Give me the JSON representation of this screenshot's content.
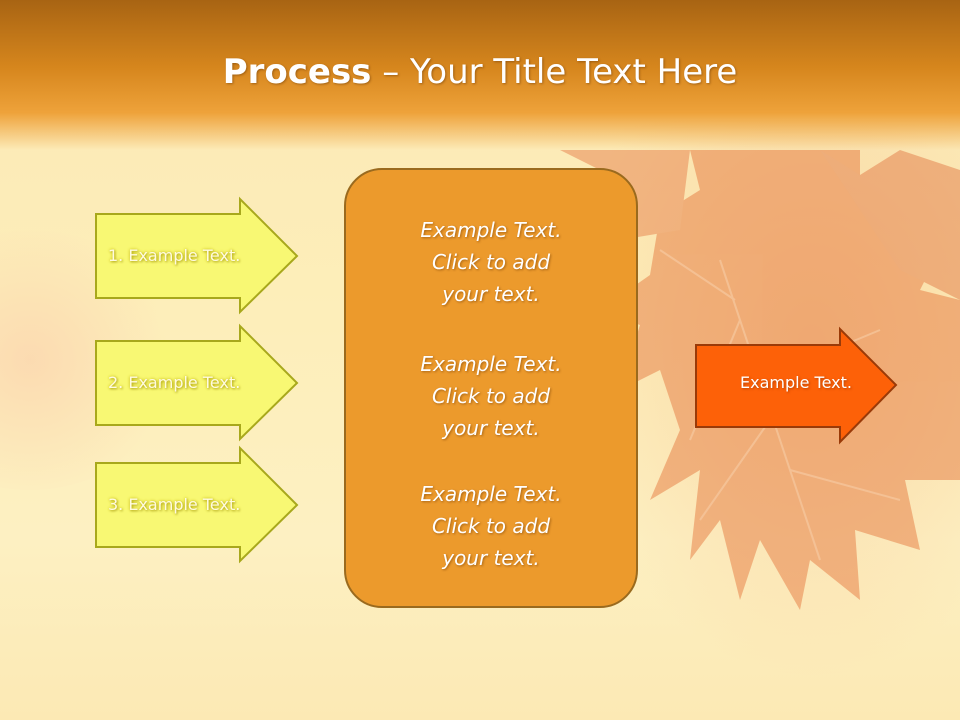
{
  "slide": {
    "title_bold": "Process",
    "title_rest": " – Your Title Text Here"
  },
  "inputs": [
    {
      "label": "1. Example Text."
    },
    {
      "label": "2. Example Text."
    },
    {
      "label": "3. Example Text."
    }
  ],
  "center_items": [
    {
      "line1": "Example Text.",
      "line2": "Click  to add",
      "line3": "your text."
    },
    {
      "line1": "Example Text.",
      "line2": "Click  to add",
      "line3": "your text."
    },
    {
      "line1": "Example Text.",
      "line2": "Click  to add",
      "line3": "your text."
    }
  ],
  "output": {
    "label": "Example Text."
  },
  "colors": {
    "title_bar": "#d6861d",
    "input_arrow_fill": "#f8f873",
    "input_arrow_border": "#a8a81c",
    "center_box_fill": "#ec9a2c",
    "output_arrow_fill": "#fd6108",
    "output_arrow_border": "#9a3a08"
  }
}
